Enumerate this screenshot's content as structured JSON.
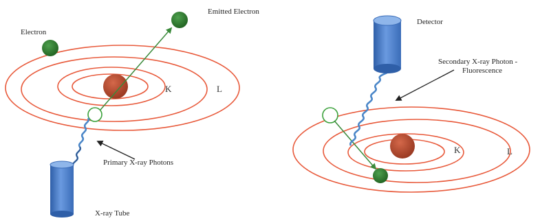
{
  "left_panel": {
    "electron_label": "Electron",
    "emitted_electron_label": "Emitted Electron",
    "shell_k_label": "K",
    "shell_l_label": "L",
    "primary_photons_label": "Primary X-ray Photons",
    "xray_tube_label": "X-ray Tube"
  },
  "right_panel": {
    "detector_label": "Detector",
    "secondary_photon_label_line1": "Secondary X-ray Photon -",
    "secondary_photon_label_line2": "Fluorescence",
    "shell_k_label": "K",
    "shell_l_label": "L"
  },
  "colors": {
    "orbit": "#e8593a",
    "nucleus": "#b5482e",
    "electron": "#2e7a2e",
    "photon_track": "#4a86c8",
    "emission_track": "#3a8a3a",
    "tube": "#3f77c8"
  }
}
